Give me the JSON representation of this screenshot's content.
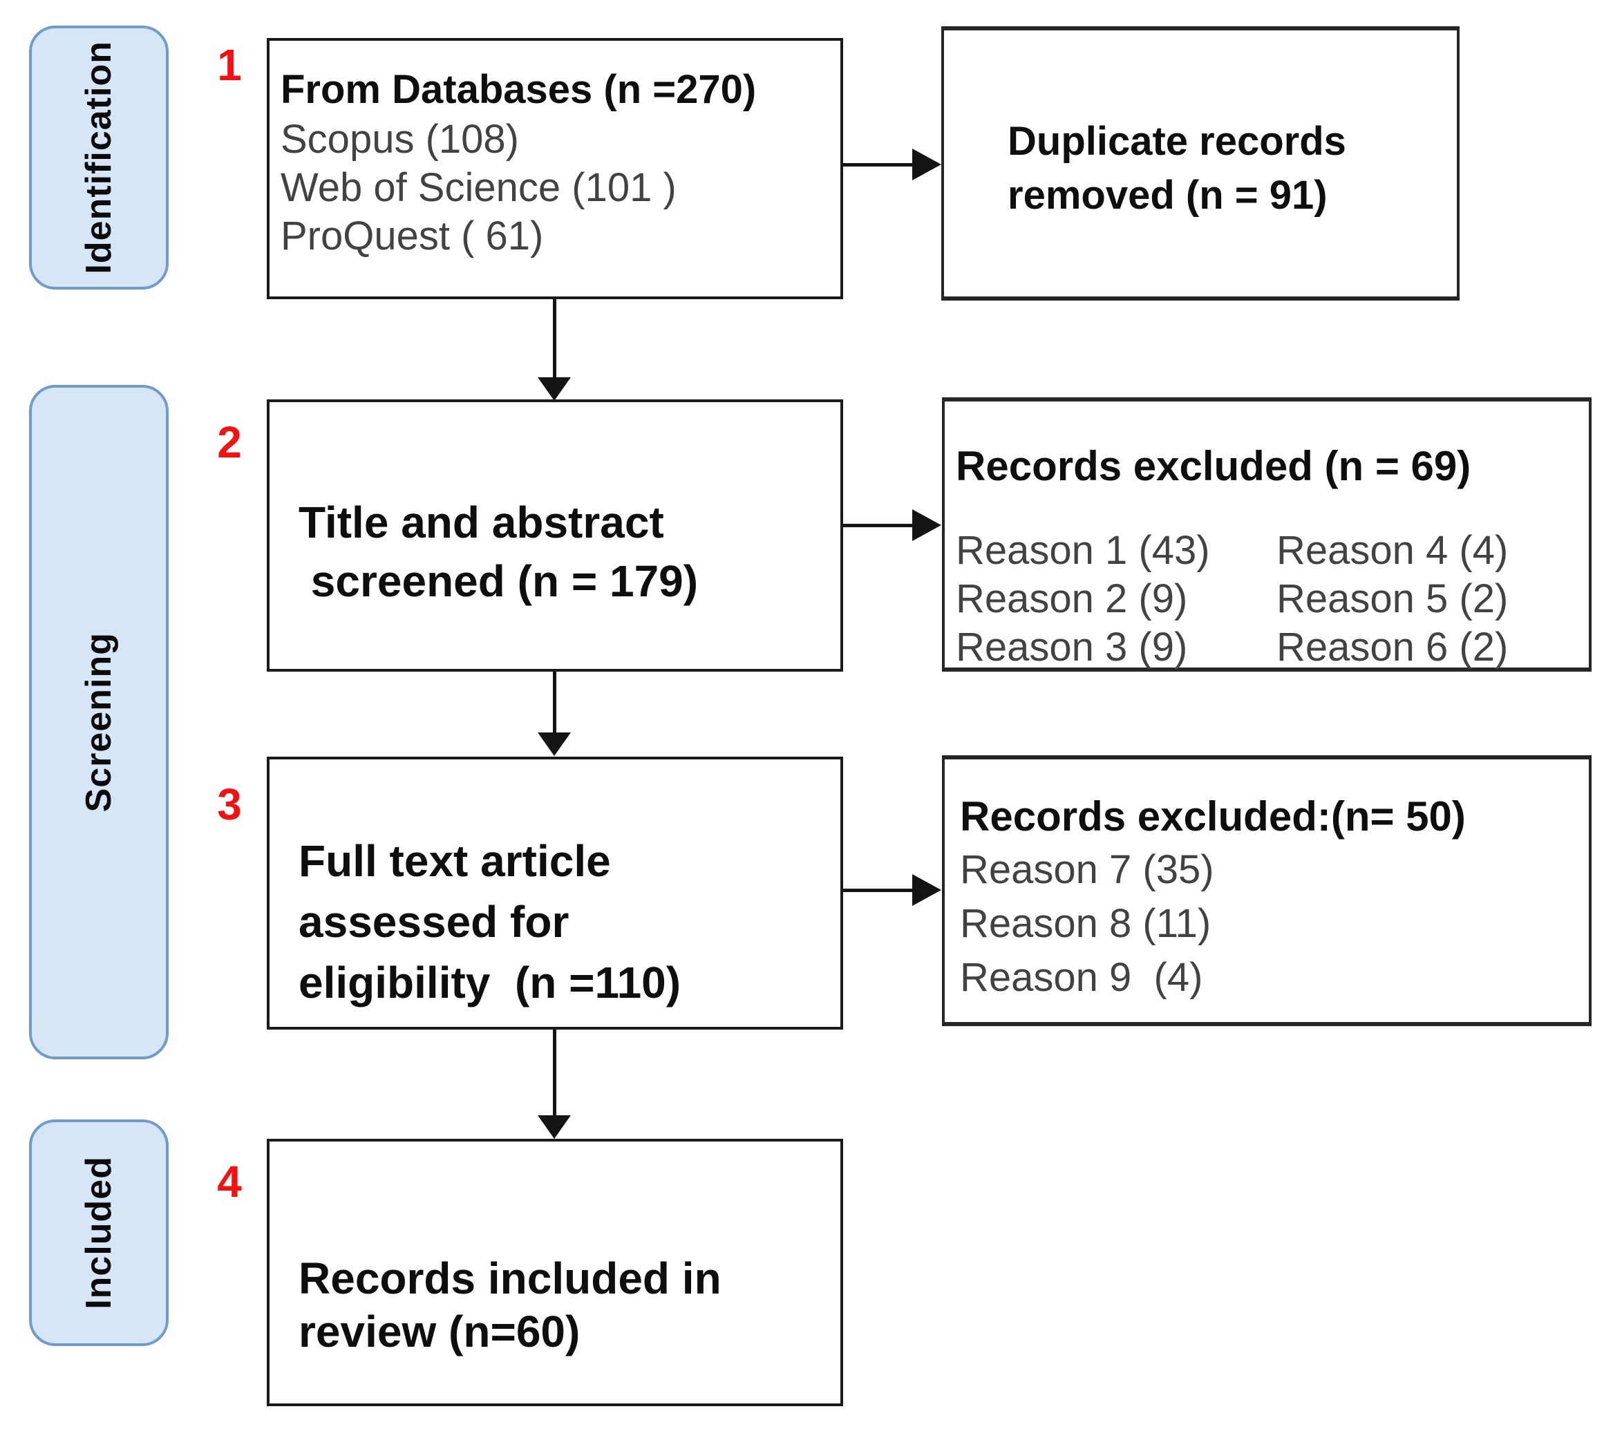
{
  "sidebar": {
    "items": [
      {
        "label": "Identification"
      },
      {
        "label": "Screening"
      },
      {
        "label": "Included"
      }
    ]
  },
  "steps": [
    {
      "number": "1",
      "main": {
        "title": "From Databases (n =270)",
        "lines": [
          "Scopus (108)",
          "Web of Science (101 )",
          "ProQuest ( 61)"
        ]
      },
      "side": {
        "lines": [
          "Duplicate records",
          "removed (n = 91)"
        ]
      }
    },
    {
      "number": "2",
      "main": {
        "lines": [
          "Title and abstract",
          " screened (n = 179)"
        ]
      },
      "side": {
        "title": "Records excluded (n = 69)",
        "reason_columns": [
          [
            "Reason 1 (43)",
            "Reason 2 (9)",
            "Reason 3 (9)"
          ],
          [
            "Reason 4 (4)",
            "Reason 5 (2)",
            "Reason 6 (2)"
          ]
        ]
      }
    },
    {
      "number": "3",
      "main": {
        "lines": [
          "Full text article",
          "assessed for",
          "eligibility  (n =110)"
        ]
      },
      "side": {
        "title": "Records excluded:(n= 50)",
        "reasons": [
          "Reason 7 (35)",
          "Reason 8 (11)",
          "Reason 9  (4)"
        ]
      }
    },
    {
      "number": "4",
      "main": {
        "lines": [
          "Records included in",
          "review (n=60)"
        ]
      }
    }
  ],
  "colors": {
    "sidebar_fill": "#d7e6f7",
    "sidebar_border": "#6f9dc9",
    "step_number_red": "#f80f0f",
    "box_border": "#1b1b1b",
    "muted_text": "#424242",
    "text": "#0e0e0e"
  }
}
